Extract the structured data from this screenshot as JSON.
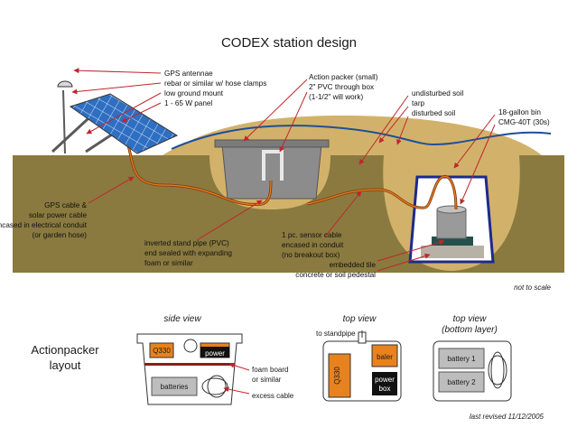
{
  "title": "CODEX station design",
  "labels": {
    "gps_antennae": "GPS antennae",
    "rebar": "rebar or similar w/ hose clamps",
    "low_mount": "low ground mount",
    "panel": "1 - 65 W panel",
    "action_packer_1": "Action packer (small)",
    "action_packer_2": "2\" PVC through box",
    "action_packer_3": "(1-1/2\" will work)",
    "undisturbed_soil": "undisturbed soil",
    "tarp": "tarp",
    "disturbed_soil": "disturbed soil",
    "bin_1": "18-gallon bin",
    "bin_2": "CMG-40T (30s)",
    "gps_cable_1": "GPS cable &",
    "gps_cable_2": "solar power cable",
    "gps_cable_3": "encased in electrical conduit",
    "gps_cable_4": "(or garden hose)",
    "stand_pipe_1": "inverted stand pipe (PVC)",
    "stand_pipe_2": "end sealed with expanding",
    "stand_pipe_3": "foam or similar",
    "sensor_cable_1": "1 pc. sensor cable",
    "sensor_cable_2": "encased in conduit",
    "sensor_cable_3": "(no breakout box)",
    "embedded_tile": "embedded tile",
    "pedestal": "concrete or soil pedestal",
    "not_to_scale": "not to scale"
  },
  "actionpacker": {
    "title_1": "Actionpacker",
    "title_2": "layout",
    "side_view": "side view",
    "top_view": "top view",
    "top_view_bottom_1": "top view",
    "top_view_bottom_2": "(bottom layer)",
    "q330": "Q330",
    "power": "power",
    "batteries": "batteries",
    "foam_1": "foam board",
    "foam_2": "or similar",
    "excess_cable": "excess cable",
    "to_standpipe": "to standpipe",
    "baler": "baler",
    "power_box_1": "power",
    "power_box_2": "box",
    "battery_1": "battery 1",
    "battery_2": "battery 2"
  },
  "footer": {
    "revised": "last revised 11/12/2005"
  },
  "colors": {
    "ground": "#8a7a3f",
    "mound": "#d2b26a",
    "tarp": "#1f4f9a",
    "box_grey": "#8c8c8c",
    "orange": "#e8821e",
    "bin_blue": "#1c2a8c"
  }
}
